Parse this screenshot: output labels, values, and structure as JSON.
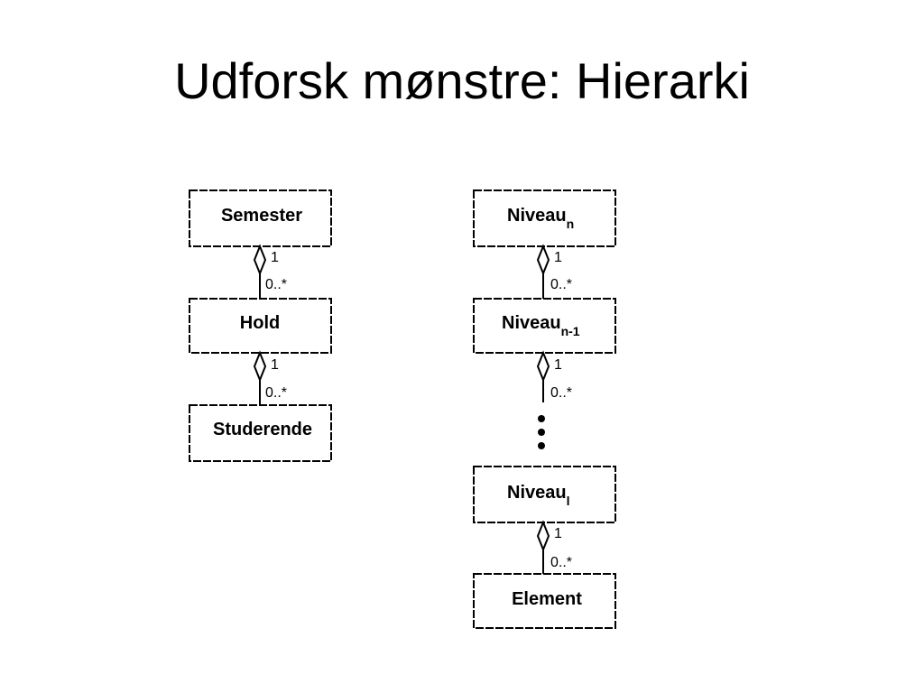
{
  "slide": {
    "title": "Udforsk mønstre: Hierarki"
  },
  "left_hierarchy": {
    "classes": [
      {
        "name": "Semester",
        "sub": ""
      },
      {
        "name": "Hold",
        "sub": ""
      },
      {
        "name": "Studerende",
        "sub": ""
      }
    ],
    "associations": [
      {
        "whole_multiplicity": "1",
        "part_multiplicity": "0..*"
      },
      {
        "whole_multiplicity": "1",
        "part_multiplicity": "0..*"
      }
    ]
  },
  "right_hierarchy": {
    "classes": [
      {
        "name": "Niveau",
        "sub": "n"
      },
      {
        "name": "Niveau",
        "sub": "n-1"
      },
      {
        "name": "Niveau",
        "sub": "l"
      },
      {
        "name": "Element",
        "sub": ""
      }
    ],
    "associations": [
      {
        "whole_multiplicity": "1",
        "part_multiplicity": "0..*"
      },
      {
        "whole_multiplicity": "1",
        "part_multiplicity": "0..*"
      },
      {
        "whole_multiplicity": "1",
        "part_multiplicity": "0..*"
      }
    ],
    "ellipsis": "⋮"
  }
}
